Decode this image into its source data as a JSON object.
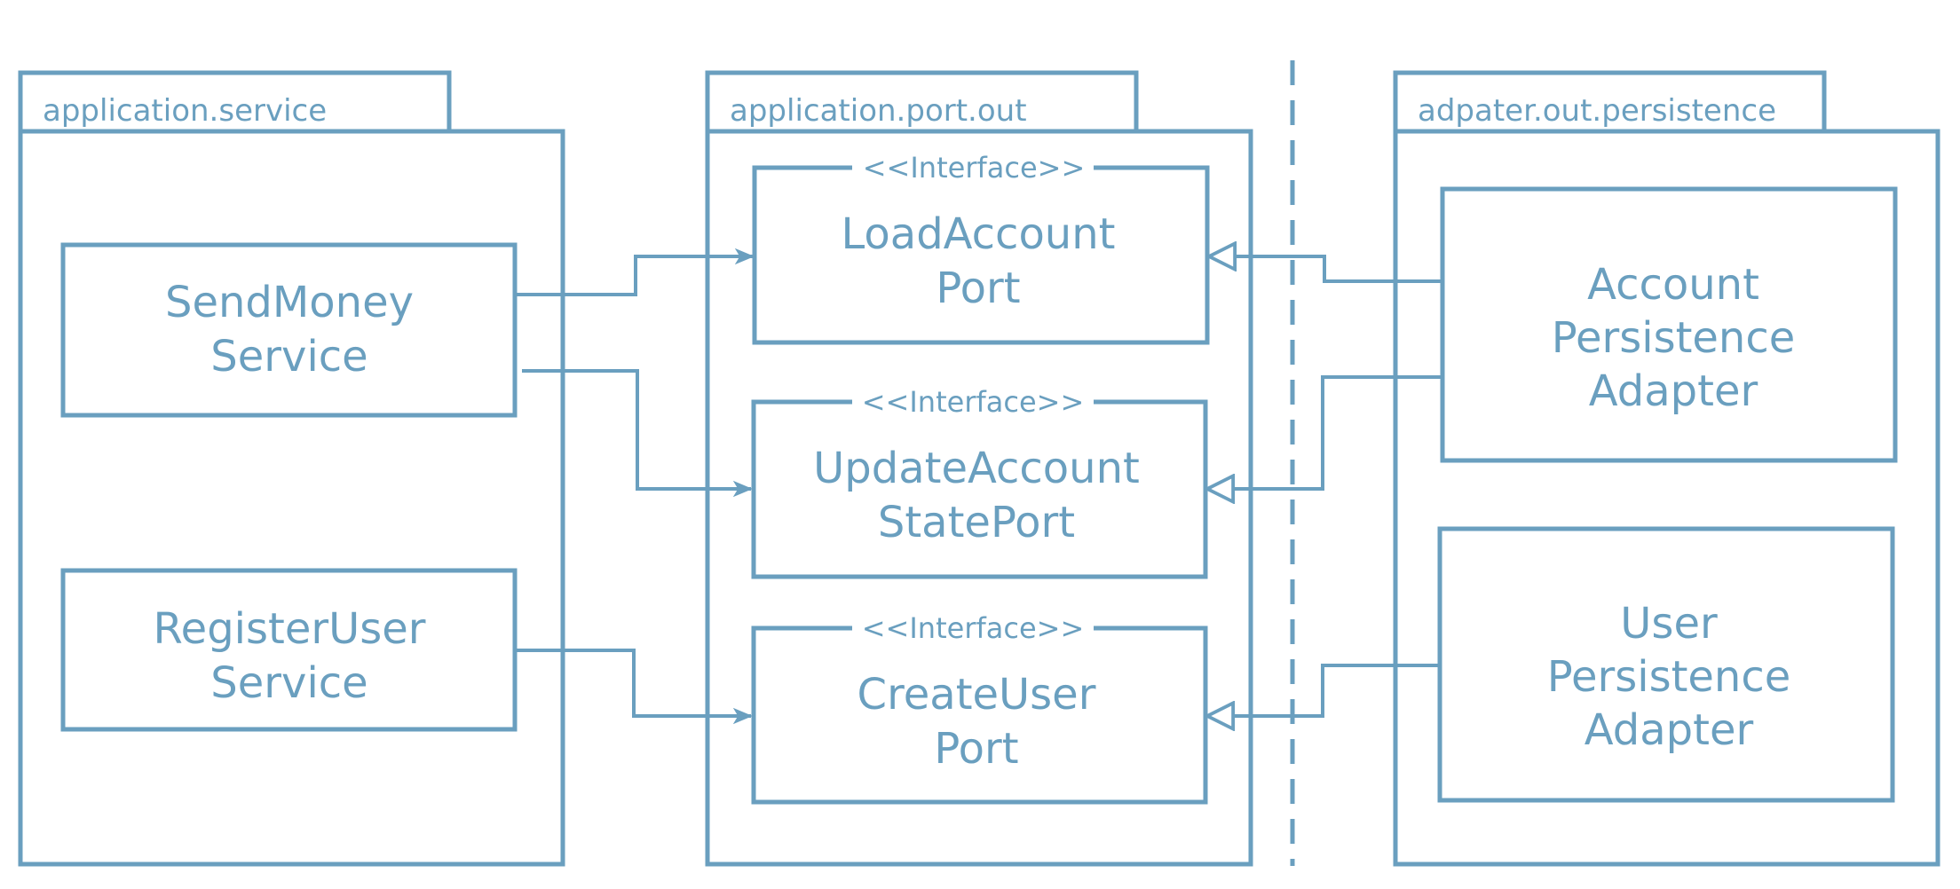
{
  "colors": {
    "stroke": "#6a9fbf",
    "background": "#ffffff"
  },
  "packages": {
    "service": {
      "name": "application.service"
    },
    "port_out": {
      "name": "application.port.out"
    },
    "persistence": {
      "name": "adpater.out.persistence"
    }
  },
  "services": {
    "send_money": {
      "line1": "SendMoney",
      "line2": "Service"
    },
    "register_user": {
      "line1": "RegisterUser",
      "line2": "Service"
    }
  },
  "ports": {
    "stereotype": "<<Interface>>",
    "load_account": {
      "line1": "LoadAccount",
      "line2": "Port"
    },
    "update_account_state": {
      "line1": "UpdateAccount",
      "line2": "StatePort"
    },
    "create_user": {
      "line1": "CreateUser",
      "line2": "Port"
    }
  },
  "adapters": {
    "account_persistence": {
      "line1": "Account",
      "line2": "Persistence",
      "line3": "Adapter"
    },
    "user_persistence": {
      "line1": "User",
      "line2": "Persistence",
      "line3": "Adapter"
    }
  }
}
